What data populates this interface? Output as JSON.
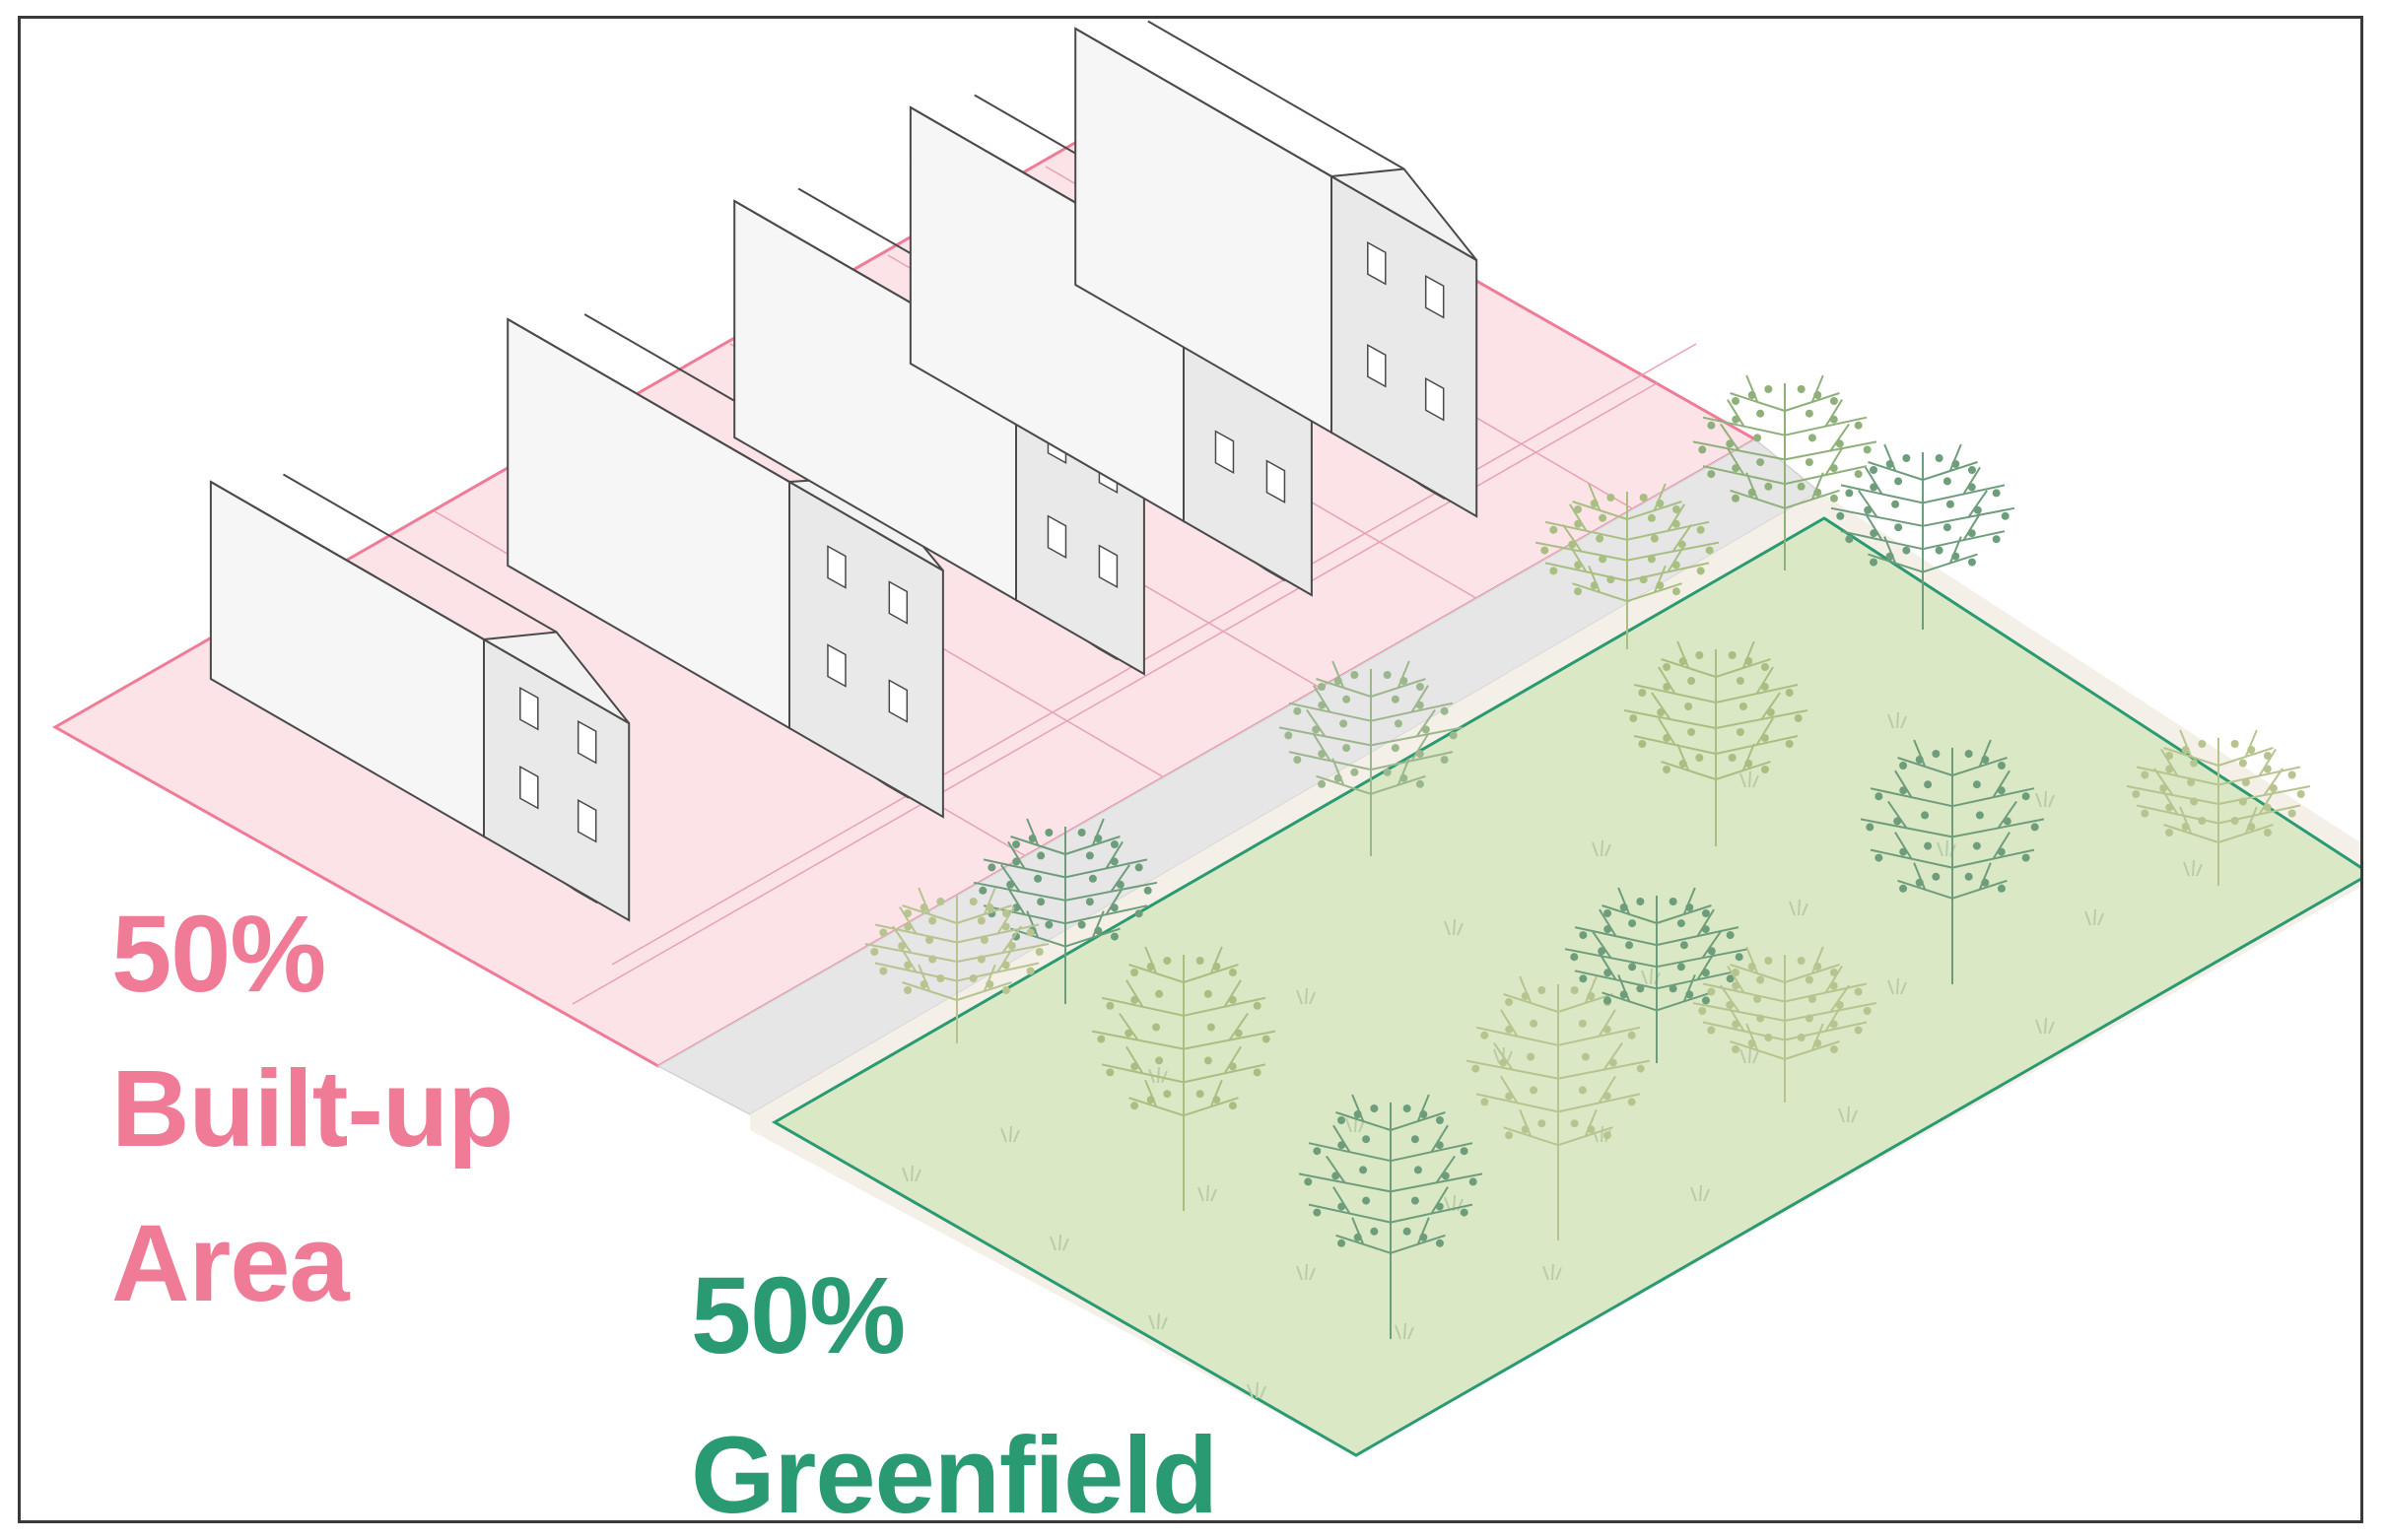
{
  "colors": {
    "built_up": "#f07b97",
    "built_fill": "#fbe3e8",
    "greenfield": "#2a9a72",
    "green_fill": "#dbe8c6",
    "road": "#e6e6e6",
    "house_stroke": "#4a4a4a",
    "tree_colors": [
      "#8fb07a",
      "#a9bf82",
      "#6e9d7c",
      "#9cb68d",
      "#b7c48f"
    ]
  },
  "labels": {
    "built_up": {
      "percent": "50%",
      "line1": "Built-up",
      "line2": "Area"
    },
    "greenfield": {
      "percent": "50%",
      "line1": "Greenfield"
    }
  },
  "icons": [
    "house-icon",
    "tree-icon",
    "grass-tuft-icon"
  ]
}
